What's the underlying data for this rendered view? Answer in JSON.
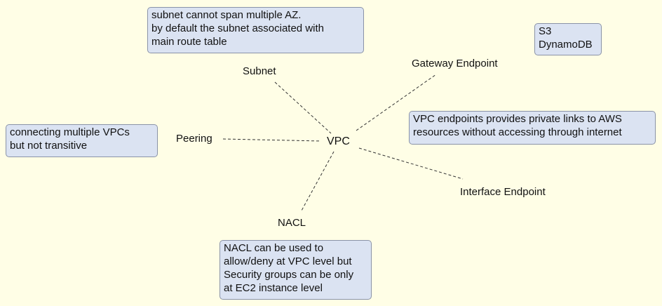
{
  "center": {
    "label": "VPC"
  },
  "nodes": {
    "subnet": "Subnet",
    "gateway": "Gateway Endpoint",
    "peering": "Peering",
    "interface": "Interface Endpoint",
    "nacl": "NACL"
  },
  "notes": {
    "subnet": [
      "subnet cannot span multiple AZ.",
      "by default the subnet associated with",
      "main route table"
    ],
    "gateway_services": [
      "S3",
      "DynamoDB"
    ],
    "endpoints": [
      "VPC endpoints provides private links to AWS",
      "resources without accessing through internet"
    ],
    "peering": [
      "connecting multiple VPCs",
      "but not transitive"
    ],
    "nacl": [
      "NACL can be used to",
      "allow/deny at VPC level but",
      "Security groups can be only",
      "at EC2 instance level"
    ]
  },
  "colors": {
    "background": "#fffee6",
    "note_fill": "#dbe3f2",
    "note_border": "#8a93a8",
    "edge": "#333333"
  }
}
